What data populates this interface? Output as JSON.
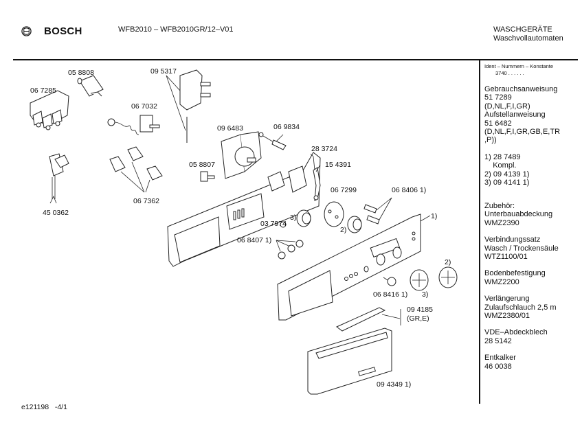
{
  "header": {
    "brand": "BOSCH",
    "brand_icon": "bosch-armature-logo",
    "model": "WFB2010 – WFB2010GR/12–V01",
    "category": "WASCHGERÄTE",
    "subcategory": "Waschvollautomaten"
  },
  "sidebar": {
    "ident_header": "Ident – Nummern – Konstante",
    "ident_value": "3740  .  .  .  .  .  .",
    "docs": [
      "Gebrauchsanweisung",
      "51 7289",
      "(D,NL,F,I,GR)",
      "Aufstellanweisung",
      "51 6482",
      "(D,NL,F,I,GR,GB,E,TR",
      ",P))"
    ],
    "notes": [
      "1) 28 7489",
      "    Kompl.",
      "2) 09 4139 1)",
      "3) 09 4141 1)"
    ],
    "accessories": [
      [
        "Zubehör:",
        "Unterbauabdeckung",
        "WMZ2390"
      ],
      [
        "Verbindungssatz",
        "Wasch / Trockensäule",
        "WTZ1100/01"
      ],
      [
        "Bodenbefestigung",
        "WMZ2200"
      ],
      [
        "Verlängerung",
        "Zulaufschlauch 2,5 m",
        "WMZ2380/01"
      ],
      [
        "VDE–Abdeckblech",
        "28 5142"
      ],
      [
        "Entkalker",
        "46 0038"
      ]
    ]
  },
  "parts": {
    "p058808": "05 8808",
    "p095317": "09 5317",
    "p067285": "06 7285",
    "p067032": "06 7032",
    "p096483": "09 6483",
    "p069834": "06 9834",
    "p283724": "28 3724",
    "p154391": "15 4391",
    "p058807": "05 8807",
    "p067362": "06 7362",
    "p450362": "45 0362",
    "p067299": "06 7299",
    "p068406": "06 8406 1)",
    "p037974": "03 7974",
    "p068407": "06 8407 1)",
    "p068416": "06 8416 1)",
    "p094185a": "09 4185",
    "p094185b": "(GR,E)",
    "p094349": "09 4349 1)",
    "ref1": "1)",
    "ref2a": "2)",
    "ref2b": "2)",
    "ref3a": "3)",
    "ref3b": "3)"
  },
  "footer": {
    "doc_id": "e121198   -4/1"
  }
}
